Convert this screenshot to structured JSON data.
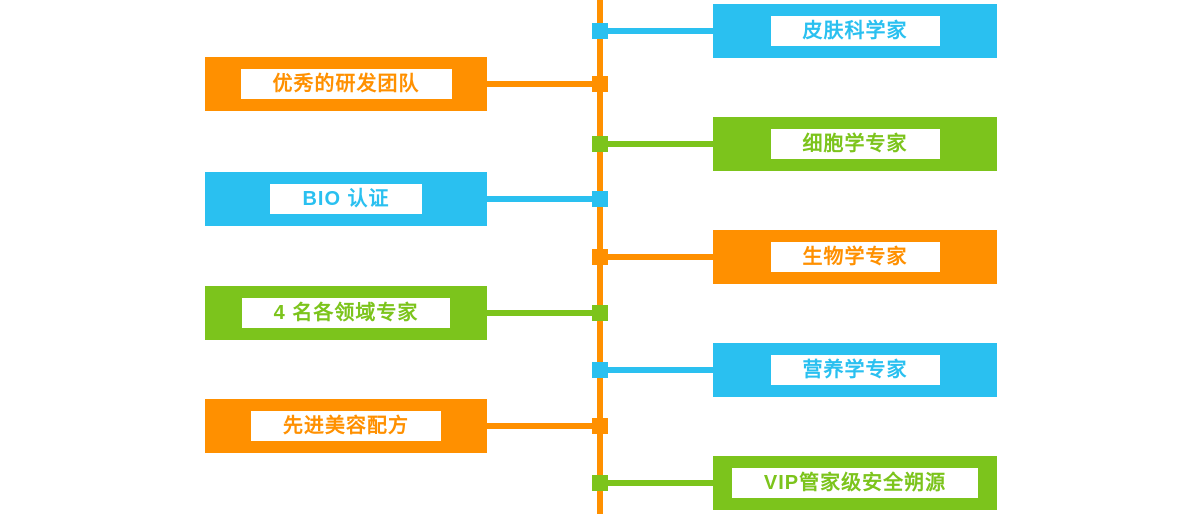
{
  "diagram": {
    "type": "timeline-org-diagram",
    "center_line_color": "#FF9000",
    "palette": {
      "orange": "#FF9000",
      "blue": "#2AC0F0",
      "green": "#7CC41C"
    },
    "left_items": [
      {
        "label": "优秀的研发团队",
        "color": "#FF9000"
      },
      {
        "label": "BIO 认证",
        "color": "#2AC0F0"
      },
      {
        "label": "4 名各领域专家",
        "color": "#7CC41C"
      },
      {
        "label": "先进美容配方",
        "color": "#FF9000"
      }
    ],
    "right_items": [
      {
        "label": "皮肤科学家",
        "color": "#2AC0F0"
      },
      {
        "label": "细胞学专家",
        "color": "#7CC41C"
      },
      {
        "label": "生物学专家",
        "color": "#FF9000"
      },
      {
        "label": "营养学专家",
        "color": "#2AC0F0"
      },
      {
        "label": "VIP管家级安全朔源",
        "color": "#7CC41C"
      }
    ]
  }
}
